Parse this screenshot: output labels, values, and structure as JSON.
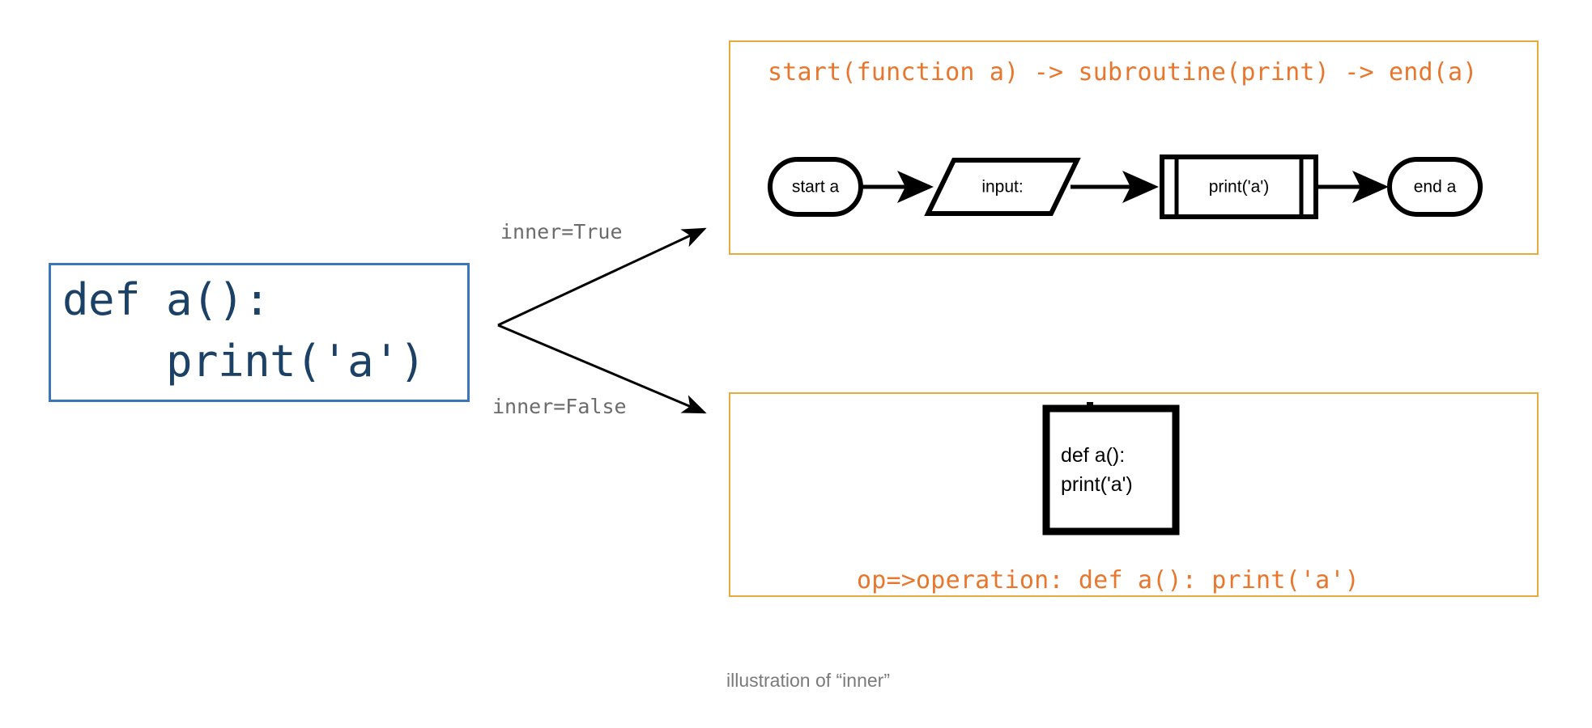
{
  "source": {
    "code_line_1": "def a():",
    "code_line_2": "    print('a')",
    "border_color": "#3a76b8",
    "text_color": "#1c4166"
  },
  "branches": [
    {
      "label": "inner=True",
      "target": "inner-true-panel"
    },
    {
      "label": "inner=False",
      "target": "inner-false-panel"
    }
  ],
  "panels": {
    "accent_color": "#e8a93d",
    "code_color": "#e8762c",
    "inner_true": {
      "flowchart_source": "start(function a) -> subroutine(print) -> end(a)",
      "nodes": [
        {
          "type": "start",
          "shape": "ellipse",
          "label": "start a"
        },
        {
          "type": "inputoutput",
          "shape": "parallelogram",
          "label": "input:"
        },
        {
          "type": "subroutine",
          "shape": "subroutine",
          "label": "print('a')"
        },
        {
          "type": "end",
          "shape": "ellipse",
          "label": "end a"
        }
      ]
    },
    "inner_false": {
      "flowchart_source": "op=>operation: def a(): print('a')",
      "nodes": [
        {
          "type": "operation",
          "shape": "rectangle",
          "label_line_1": "def a():",
          "label_line_2": " print('a')"
        }
      ]
    }
  },
  "caption": "illustration of “inner”"
}
